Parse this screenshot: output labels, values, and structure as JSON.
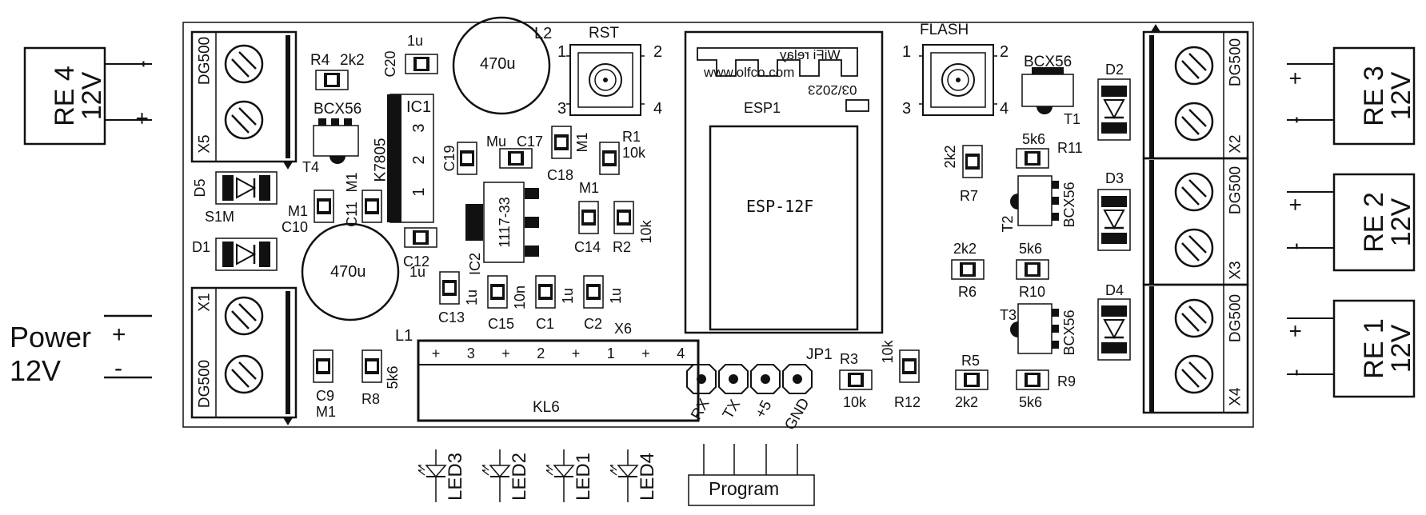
{
  "relays": {
    "re4": {
      "name": "RE 4",
      "voltage": "12V",
      "minus": "-",
      "plus": "+"
    },
    "re3": {
      "name": "RE 3",
      "voltage": "12V",
      "minus": "-",
      "plus": "+"
    },
    "re2": {
      "name": "RE 2",
      "voltage": "12V",
      "minus": "-",
      "plus": "+"
    },
    "re1": {
      "name": "RE 1",
      "voltage": "12V",
      "minus": "-",
      "plus": "+"
    }
  },
  "power": {
    "label": "Power",
    "voltage": "12V",
    "plus": "+",
    "minus": "-"
  },
  "terminals": {
    "x5": "X5",
    "x1": "X1",
    "x2": "X2",
    "x3": "X3",
    "x4": "X4",
    "dg500": "DG500"
  },
  "labels": {
    "R4": "R4",
    "R4v": "2k2",
    "C20": "C20",
    "C20v": "1u",
    "L2": "L2",
    "L2v": "470u",
    "RST": "RST",
    "FLASH": "FLASH",
    "IC1": "IC1",
    "K7805": "K7805",
    "pin1": "1",
    "pin2": "2",
    "pin3": "3",
    "pin4": "4",
    "BCX56": "BCX56",
    "T4": "T4",
    "T1": "T1",
    "T2": "T2",
    "T3": "T3",
    "C19": "C19",
    "Mu": "Mu",
    "C17": "C17",
    "M1": "M1",
    "R1": "R1",
    "R1v": "10k",
    "C18": "C18",
    "D5": "D5",
    "S1M": "S1M",
    "C10": "C10",
    "C11": "C11",
    "D1": "D1",
    "D2": "D2",
    "D3": "D3",
    "D4": "D4",
    "IC2": "IC2",
    "1117": "1117-33",
    "C14": "C14",
    "R2": "R2",
    "R2v": "10k",
    "C12": "C12",
    "L1": "L1",
    "L1v": "470u",
    "C13": "C13",
    "C15": "C15",
    "C1": "C1",
    "C2": "C2",
    "u1": "1u",
    "n10": "10n",
    "X6": "X6",
    "KL6": "KL6",
    "C9": "C9",
    "R8": "R8",
    "R8v": "5k6",
    "esp1": "ESP1",
    "esp12f": "ESP-12F",
    "wifirelay": "WiFi relay",
    "website": "www.olfco.com",
    "date": "03/2023",
    "JP1": "JP1",
    "RX": "RX",
    "TX": "TX",
    "V5": "+5",
    "GND": "GND",
    "R3": "R3",
    "R3v": "10k",
    "R12": "R12",
    "R12v": "10k",
    "R5": "R5",
    "R5v": "2k2",
    "R9": "R9",
    "R9v": "5k6",
    "R6": "R6",
    "R6v": "2k2",
    "R10": "R10",
    "R10v": "5k6",
    "R7": "R7",
    "R7v": "2k2",
    "R11": "R11",
    "R11v": "5k6",
    "program": "Program",
    "led3": "LED3",
    "led2": "LED2",
    "led1": "LED1",
    "led4": "LED4"
  },
  "kl6_pins": [
    "+",
    "3",
    "+",
    "2",
    "+",
    "1",
    "+",
    "4"
  ]
}
